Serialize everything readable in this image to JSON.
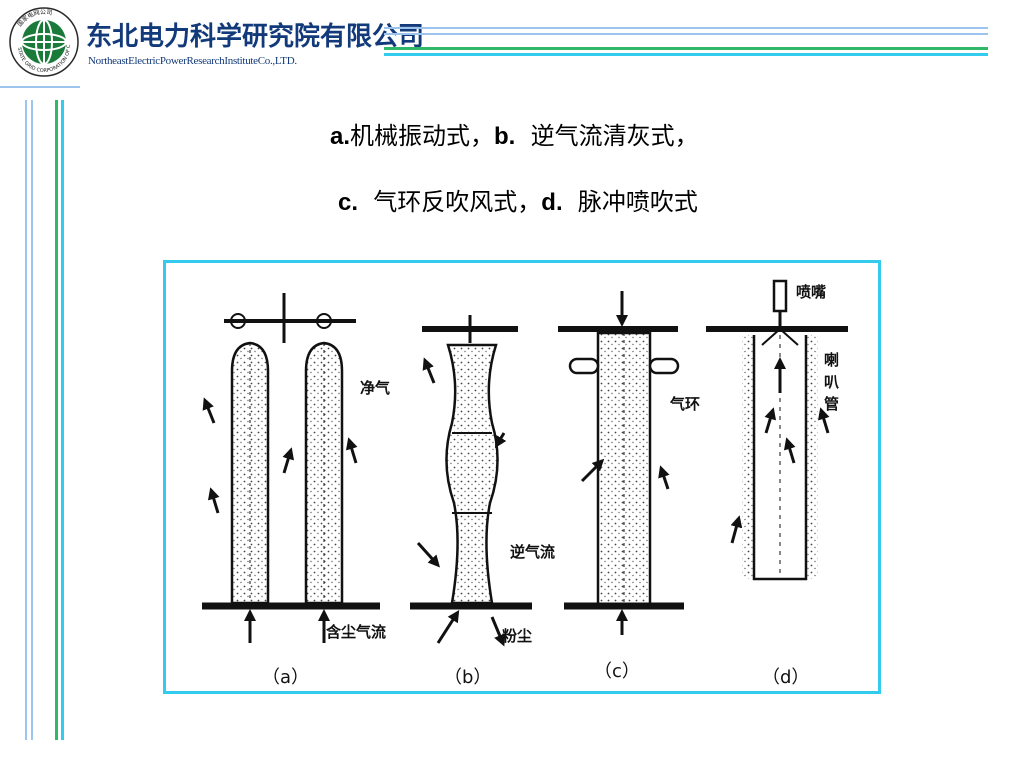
{
  "header": {
    "company_name_cn": "东北电力科学研究院有限公司",
    "company_name_en": "NortheastElectricPowerResearchInstituteCo.,LTD.",
    "logo_text": "STATE GRID CORPORATION OF CHINA",
    "logo_top_text": "国家电网公司"
  },
  "colors": {
    "brand_blue": "#123a7a",
    "accent_green": "#2fb86a",
    "accent_cyan": "#33ccee",
    "line_blue": "#8fb8e8"
  },
  "caption": {
    "line1_a": "a.",
    "line1_a_text": "机械振动式，",
    "line1_b": "b.",
    "line1_b_text": "逆气流清灰式，",
    "line2_c": "c.",
    "line2_c_text": "气环反吹风式，",
    "line2_d": "d.",
    "line2_d_text": "脉冲喷吹式"
  },
  "figure": {
    "labels": {
      "clean_gas": "净气",
      "dusty_gas": "含尘气流",
      "reverse_flow": "逆气流",
      "dust": "粉尘",
      "gas_ring": "气环",
      "nozzle": "喷嘴",
      "horn_1": "喇",
      "horn_2": "叭",
      "horn_3": "管"
    },
    "sub_labels": {
      "a": "（a）",
      "b": "（b）",
      "c": "（c）",
      "d": "（d）"
    }
  }
}
